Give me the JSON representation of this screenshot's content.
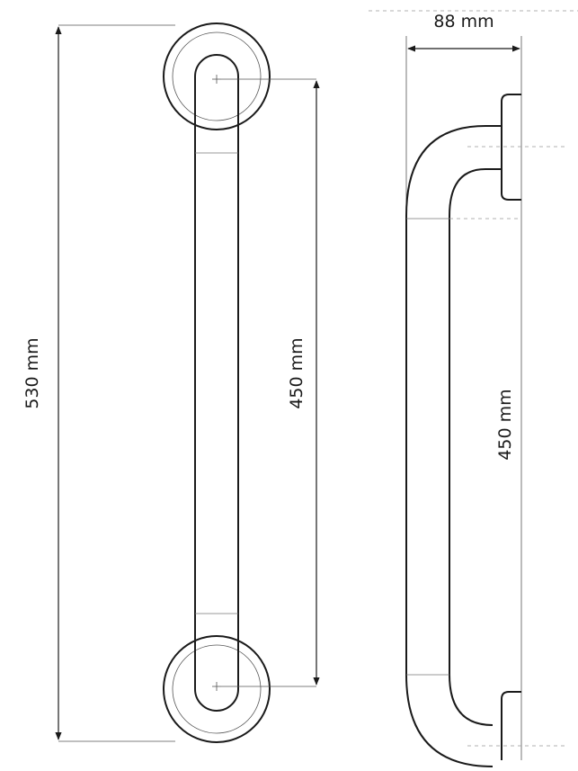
{
  "dimensions": {
    "total_length": "530 mm",
    "center_distance_front": "450 mm",
    "depth": "88 mm",
    "center_distance_side": "450 mm"
  },
  "colors": {
    "line": "#1a1a1a",
    "background": "#ffffff"
  }
}
